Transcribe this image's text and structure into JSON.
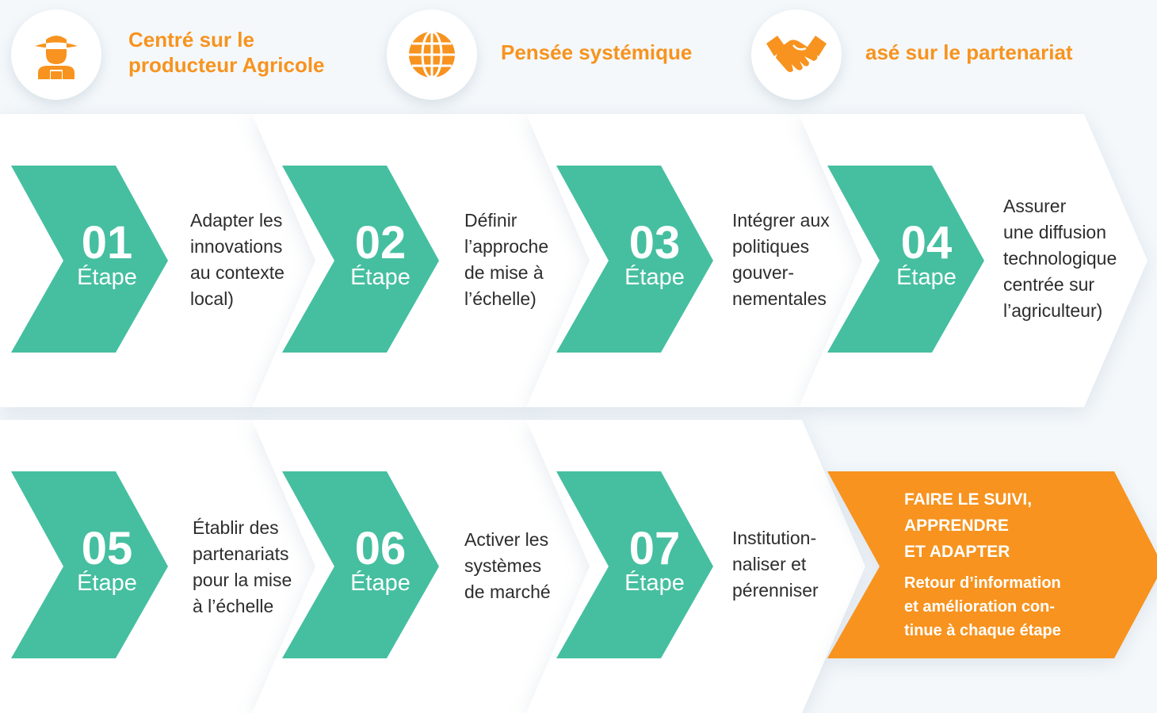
{
  "colors": {
    "accent": "#f7931e",
    "teal": "#45bfa0",
    "card": "#ffffff",
    "text": "#2d2d2d",
    "background": "#f4f8fb"
  },
  "principles": [
    {
      "icon": "farmer-icon",
      "text": "Centré sur le\nproducteur Agricole"
    },
    {
      "icon": "globe-icon",
      "text": "Pensée systémique"
    },
    {
      "icon": "handshake-icon",
      "text": "asé sur le partenariat"
    }
  ],
  "steps": [
    {
      "number": "01",
      "label": "Étape",
      "text": "Adapter les\ninnovations\nau contexte\nlocal)"
    },
    {
      "number": "02",
      "label": "Étape",
      "text": "Définir\nl’approche\nde mise à\nl’échelle)"
    },
    {
      "number": "03",
      "label": "Étape",
      "text": "Intégrer aux\npolitiques\ngouver-\nnementales"
    },
    {
      "number": "04",
      "label": "Étape",
      "text": "Assurer\nune diffusion\ntechnologique\ncentrée sur\nl’agriculteur)"
    },
    {
      "number": "05",
      "label": "Étape",
      "text": "Établir des\npartenariats\npour la mise\nà l’échelle"
    },
    {
      "number": "06",
      "label": "Étape",
      "text": "Activer les\nsystèmes\nde marché"
    },
    {
      "number": "07",
      "label": "Étape",
      "text": "Institution-\nnaliser et\npérenniser"
    }
  ],
  "final": {
    "title": "FAIRE LE SUIVI,\nAPPRENDRE\nET ADAPTER",
    "subtitle": "Retour d’information\net amélioration con-\ntinue à chaque étape"
  }
}
